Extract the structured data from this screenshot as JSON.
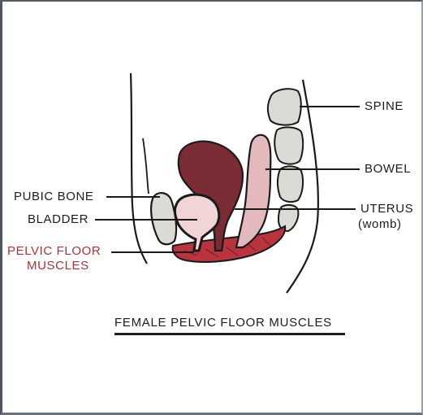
{
  "labels": {
    "spine": "SPINE",
    "bowel": "BOWEL",
    "pubic_bone": "PUBIC BONE",
    "bladder": "BLADDER",
    "uterus": "UTERUS",
    "uterus_sub": "(womb)",
    "pelvic_floor_line1": "PELVIC FLOOR",
    "pelvic_floor_line2": "MUSCLES"
  },
  "caption": "FEMALE PELVIC FLOOR MUSCLES",
  "colors": {
    "outline": "#1a1a1a",
    "muscle_red": "#b8343f",
    "uterus_maroon": "#7a2b33",
    "bowel_pink": "#e3b9bd",
    "bladder_pink": "#f1d4d6",
    "bone_grey": "#dcdad4",
    "pelvic_label_red": "#a8323c"
  }
}
